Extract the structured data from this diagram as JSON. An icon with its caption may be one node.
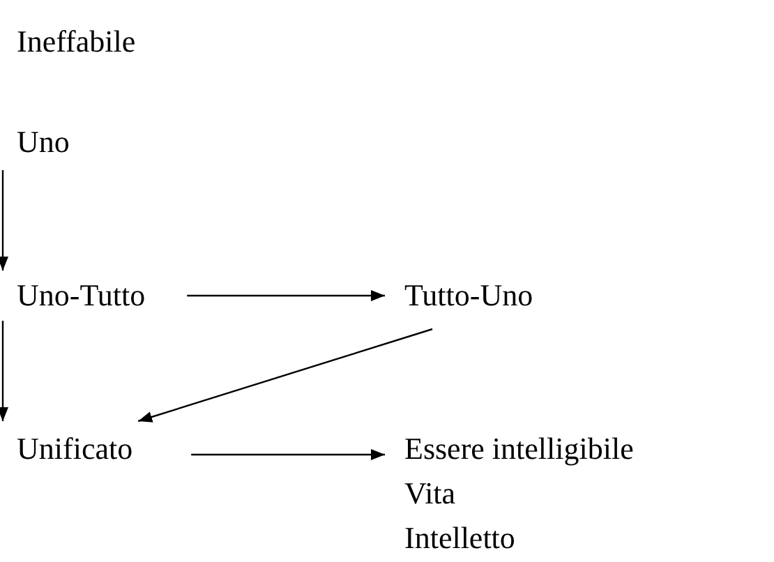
{
  "diagram": {
    "nodes": [
      {
        "text": [
          "Uno"
        ]
      },
      {
        "text": [
          "Uno-Tutto"
        ]
      },
      {
        "text": [
          "Tutto-Uno"
        ]
      },
      {
        "text": [
          "Unificato"
        ]
      },
      {
        "text": [
          "Essere intelligibile",
          "Vita",
          "Intelletto"
        ]
      }
    ],
    "edges": [
      {
        "from": 0,
        "to": 1,
        "arrow": "to"
      },
      {
        "from": 1,
        "to": 2,
        "arrow": "to"
      },
      {
        "from": 1,
        "to": 3,
        "arrow": "to"
      },
      {
        "from": 2,
        "to": 3,
        "arrow": "to"
      },
      {
        "from": 3,
        "to": 4,
        "arrow": "to"
      }
    ],
    "labels": [
      "Ineffabile"
    ]
  }
}
